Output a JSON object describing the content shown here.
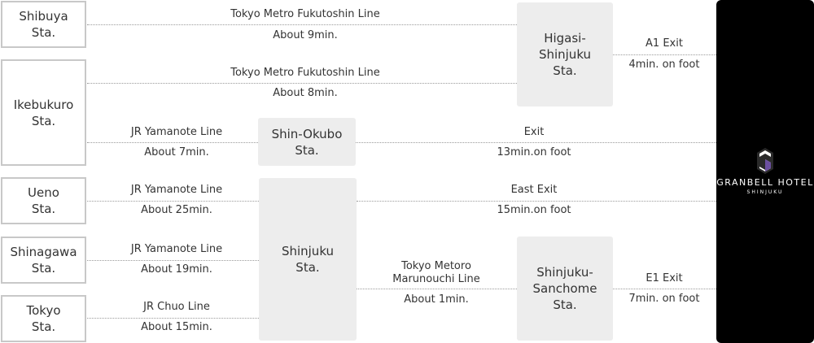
{
  "origins": {
    "shibuya": "Shibuya\nSta.",
    "ikebukuro": "Ikebukuro\nSta.",
    "ueno": "Ueno\nSta.",
    "shinagawa": "Shinagawa\nSta.",
    "tokyo": "Tokyo\nSta."
  },
  "hubs": {
    "higashi_shinjuku": "Higasi-\nShinjuku\nSta.",
    "shin_okubo": "Shin-Okubo\nSta.",
    "shinjuku": "Shinjuku\nSta.",
    "shinjuku_sanchome": "Shinjuku-\nSanchome\nSta."
  },
  "routes": {
    "shibuya_line": "Tokyo Metro Fukutoshin Line",
    "shibuya_time": "About 9min.",
    "ikebukuro_line": "Tokyo Metro Fukutoshin Line",
    "ikebukuro_time": "About 8min.",
    "ikebukuro_jr_line": "JR Yamanote Line",
    "ikebukuro_jr_time": "About 7min.",
    "ueno_line": "JR Yamanote Line",
    "ueno_time": "About 25min.",
    "shinagawa_line": "JR Yamanote Line",
    "shinagawa_time": "About 19min.",
    "tokyo_line": "JR Chuo Line",
    "tokyo_time": "About 15min.",
    "marunouchi_line": "Tokyo Metoro\nMarunouchi Line",
    "marunouchi_time": "About 1min."
  },
  "exits": {
    "higashi_exit": "A1 Exit",
    "higashi_walk": "4min. on foot",
    "okubo_exit": "Exit",
    "okubo_walk": "13min.on foot",
    "shinjuku_exit": "East Exit",
    "shinjuku_walk": "15min.on foot",
    "sanchome_exit": "E1 Exit",
    "sanchome_walk": "7min. on foot"
  },
  "hotel": {
    "name": "GRANBELL HOTEL",
    "sub": "SHINJUKU"
  },
  "colors": {
    "hotel_bg": "#000000",
    "logo_accent": "#6b4fa0",
    "hub_bg": "#ededed",
    "border": "#c8c8c8"
  }
}
